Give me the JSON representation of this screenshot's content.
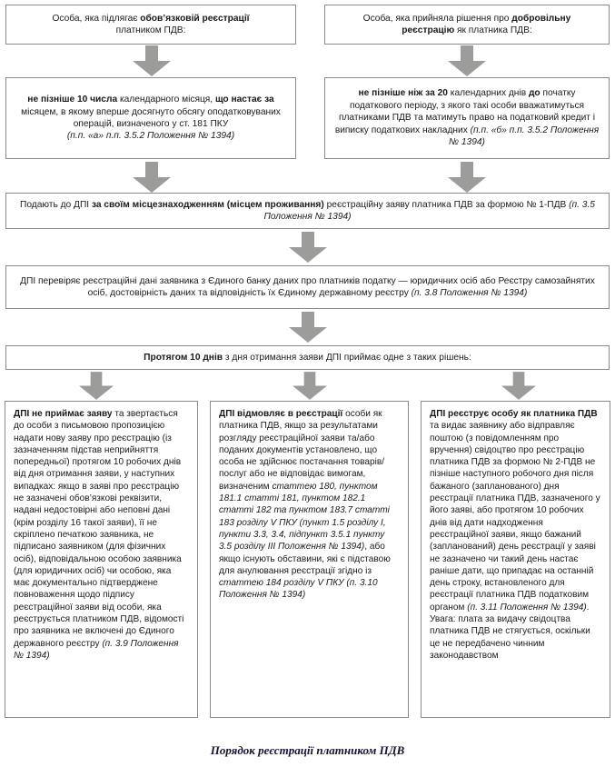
{
  "caption": "Порядок реєстрації платником ПДВ",
  "colors": {
    "arrow_gray": "#9c9c9a",
    "box_border": "#8b8b8b",
    "background": "#ffffff",
    "text": "#1a1a1a",
    "caption_text": "#15132e"
  },
  "row1": {
    "left": {
      "line1_plain_a": "Особа, яка підлягає ",
      "line1_bold": "обов’язковій реєстрації",
      "line2_plain": "платником ПДВ:"
    },
    "right": {
      "line1_plain_a": "Особа, яка прийняла рішення про ",
      "line1_bold": "добровільну",
      "line2_bold": "реєстрацію",
      "line2_plain": " як платника ПДВ:"
    }
  },
  "row2": {
    "left": {
      "bold1": "не пізніше 10 числа",
      "plain1": " календарного місяця, ",
      "bold2": "що настає",
      "bold3": "за",
      "plain2": " місяцем, в якому вперше досягнуто обсягу оподатковуваних операцій, визначеного у ст. 181 ПКУ ",
      "italic": "(п.п. «а» п.п. 3.5.2 Положення № 1394)"
    },
    "right": {
      "bold1": "не пізніше ніж за 20",
      "plain1": " календарних днів ",
      "bold2": "до",
      "plain2": " початку податкового періоду, з якого такі особи вважатимуться платниками ПДВ та матимуть право на податковий кредит і виписку податкових накладних ",
      "italic": "(п.п. «б» п.п. 3.5.2 Положення № 1394)"
    }
  },
  "row3": {
    "plain1": "Подають до ДПІ ",
    "bold1": "за своїм місцезнаходженням (місцем проживання)",
    "plain2": " реєстраційну заяву платника ПДВ за формою № 1-ПДВ ",
    "italic": "(п. 3.5 Положення № 1394)"
  },
  "row4": {
    "plain1": "ДПІ перевіряє реєстраційні дані заявника з Єдиного банку даних про платників податку — юридичних осіб або Реєстру самозайнятих осіб, достовірність даних та відповідність їх Єдиному державному реєстру ",
    "italic": "(п. 3.8 Положення № 1394)"
  },
  "row5": {
    "bold1": "Протягом 10 днів",
    "plain1": " з дня отримання заяви ДПІ приймає одне з таких рішень:"
  },
  "columns": [
    {
      "id": "refuse-to-accept-application",
      "bold1": "ДПІ не приймає заяву",
      "plain1": " та звертається до особи з письмовою пропозицією надати нову заяву про реєстрацію (із зазначенням підстав неприйняття попередньої) протягом 10 робочих днів від дня отримання заяви, у наступних випадках: якщо в заяві про реєстрацію не зазначені обов’язкові реквізити, надані недостовірні або неповні дані (крім розділу 16 такої заяви), її не скріплено печаткою заявника, не підписано заявником (для фізичних осіб), відповідальною особою заявника (для юридичних осіб) чи особою, яка має документально підтверджене повноваження щодо підпису реєстраційної заяви від особи, яка реєструється платником ПДВ, відомості про заявника не включені до Єдиного державного реєстру ",
      "italic1": "(п. 3.9 Положення № 1394)"
    },
    {
      "id": "refuse-registration",
      "bold1": "ДПІ відмовляє в реєстрації",
      "plain1": " особи як платника ПДВ, якщо за результатами розгляду реєстраційної заяви та/або поданих документів установлено, що особа не здійснює постачання товарів/послуг або не відповідає вимогам, визначеним ",
      "italic1": "статтею 180, пунктом 181.1 статті 181, пунктом 182.1 статті 182 та пунктом 183.7 статті 183 розділу V ПКУ (пункт 1.5 розділу І, пункти 3.3, 3.4, підпункт 3.5.1 пункту 3.5 розділу ІІІ Положення № 1394)",
      "plain2": ", або якщо існують обставини, які є підставою для анулювання реєстрації згідно із ",
      "italic2": "статтею 184 розділу V ПКУ (п. 3.10 Положення № 1394)"
    },
    {
      "id": "register-person",
      "bold1": "ДПІ реєструє особу як платника ПДВ",
      "plain1": " та видає заявнику або відправляє поштою (з повідомленням про вручення) свідоцтво про реєстрацію платника ПДВ за формою № 2-ПДВ не пізніше наступного робочого дня після бажаного (запланованого) дня реєстрації платника ПДВ, зазначеного у його заяві, або протягом 10 робочих днів від дати надходження реєстраційної заяви, якщо бажаний (запланований) день реєстрації у заяві не зазначено чи такий день настає раніше дати, що припадає на останній день строку, встановленого для реєстрації платника ПДВ податковим органом ",
      "italic1": "(п. 3.11 Положення № 1394)",
      "plain2": ". Увага: плата за видачу свідоцтва платника ПДВ не стягується, оскільки це не передбачено чинним законодавством"
    }
  ],
  "arrows": [
    {
      "name": "arrow-mandatory-to-deadline"
    },
    {
      "name": "arrow-voluntary-to-deadline"
    },
    {
      "name": "arrow-left-deadline-to-submit"
    },
    {
      "name": "arrow-right-deadline-to-submit"
    },
    {
      "name": "arrow-submit-to-verify"
    },
    {
      "name": "arrow-verify-to-decision"
    },
    {
      "name": "arrow-decision-to-refuse-accept"
    },
    {
      "name": "arrow-decision-to-refuse-register"
    },
    {
      "name": "arrow-decision-to-register"
    }
  ]
}
